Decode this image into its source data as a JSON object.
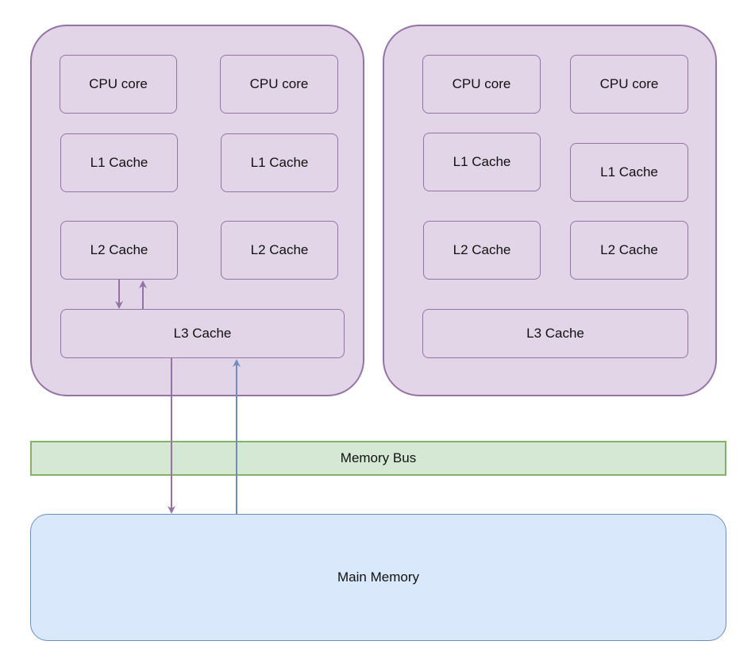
{
  "cpu_left": {
    "core_1": "CPU core",
    "core_2": "CPU core",
    "l1_1": "L1 Cache",
    "l1_2": "L1 Cache",
    "l2_1": "L2 Cache",
    "l2_2": "L2 Cache",
    "l3": "L3 Cache"
  },
  "cpu_right": {
    "core_1": "CPU core",
    "core_2": "CPU core",
    "l1_1": "L1 Cache",
    "l1_2": "L1 Cache",
    "l2_1": "L2 Cache",
    "l2_2": "L2 Cache",
    "l3": "L3 Cache"
  },
  "memory_bus": "Memory Bus",
  "main_memory": "Main Memory",
  "colors": {
    "cpu_fill": "#e1d5e7",
    "cpu_stroke": "#9673a6",
    "bus_fill": "#d5e8d4",
    "bus_stroke": "#82b366",
    "memory_fill": "#dae8fc",
    "memory_stroke": "#6c8ebf",
    "arrow_down": "#9673a6",
    "arrow_up": "#6c8ebf"
  }
}
